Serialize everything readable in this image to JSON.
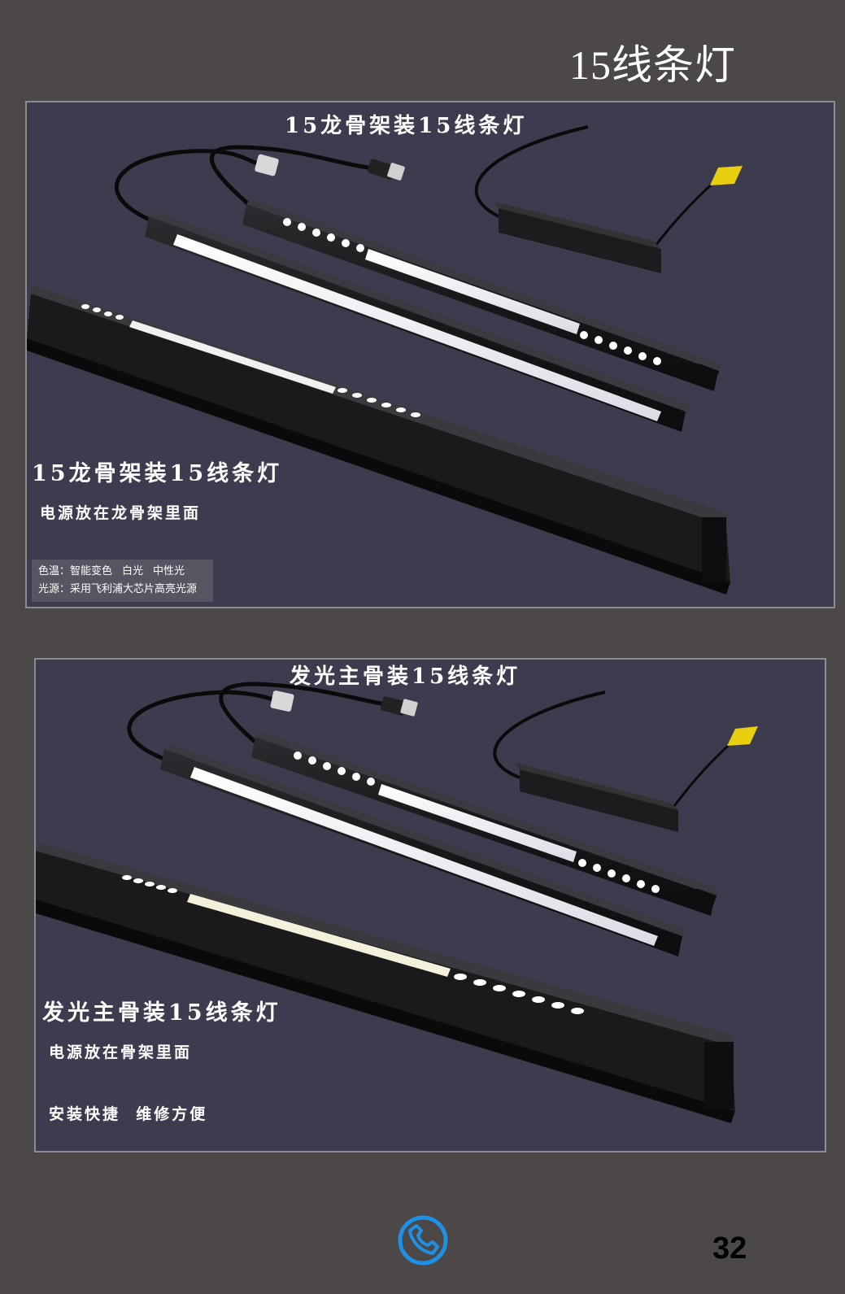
{
  "page": {
    "title": "15线条灯",
    "page_number": "32"
  },
  "panel1": {
    "top_caption": "15龙骨架装15线条灯",
    "main_caption": "15龙骨架装15线条灯",
    "sub_caption": "电源放在龙骨架里面",
    "specs": {
      "color_temp_label": "色温：",
      "color_temp_values": [
        "智能变色",
        "白光",
        "中性光"
      ],
      "light_source_label": "光源：",
      "light_source_value": "采用飞利浦大芯片高亮光源"
    }
  },
  "panel2": {
    "top_caption": "发光主骨装15线条灯",
    "main_caption": "发光主骨装15线条灯",
    "sub_caption": "电源放在骨架里面",
    "note": "安装快捷  维修方便"
  },
  "footer": {
    "icon": "phone-icon",
    "icon_color": "#1e90e6"
  }
}
